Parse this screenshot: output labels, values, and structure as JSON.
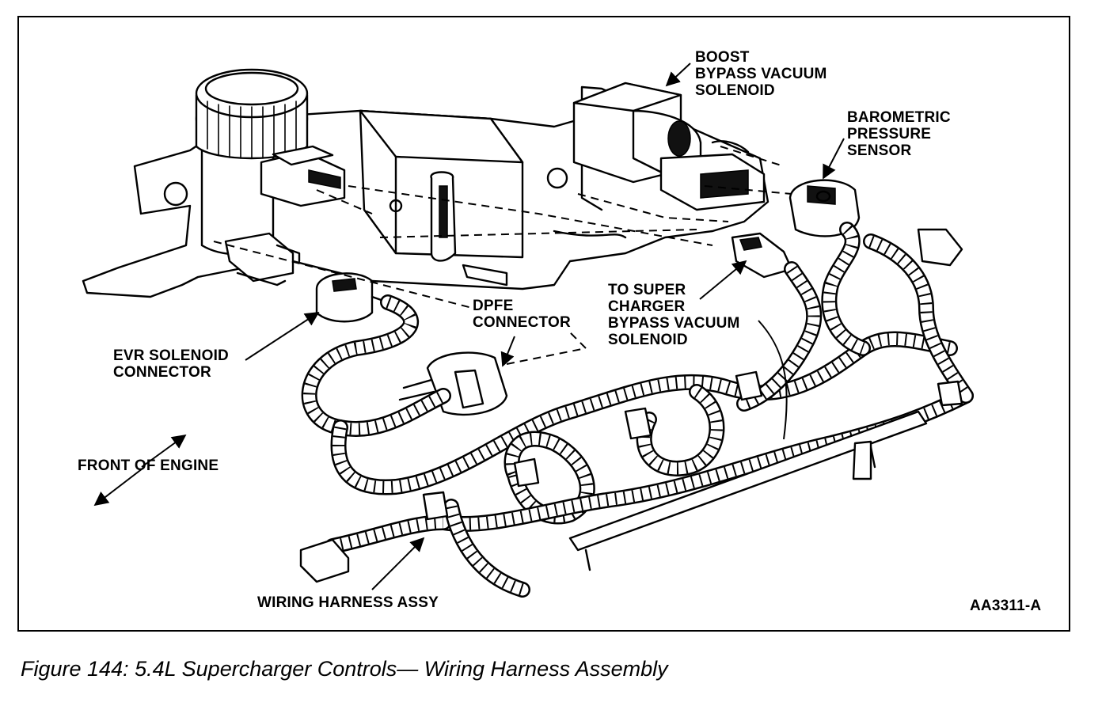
{
  "labels": {
    "boost_bypass": [
      "BOOST",
      "BYPASS VACUUM",
      "SOLENOID"
    ],
    "barometric": [
      "BAROMETRIC",
      "PRESSURE",
      "SENSOR"
    ],
    "to_super_charger": [
      "TO SUPER",
      "CHARGER",
      "BYPASS VACUUM",
      "SOLENOID"
    ],
    "dpfe": [
      "DPFE",
      "CONNECTOR"
    ],
    "evr": [
      "EVR SOLENOID",
      "CONNECTOR"
    ],
    "front_of_engine": "FRONT OF ENGINE",
    "wiring_harness": "WIRING HARNESS ASSY",
    "figure_code": "AA3311-A"
  },
  "caption": "Figure 144: 5.4L Supercharger Controls— Wiring Harness Assembly"
}
